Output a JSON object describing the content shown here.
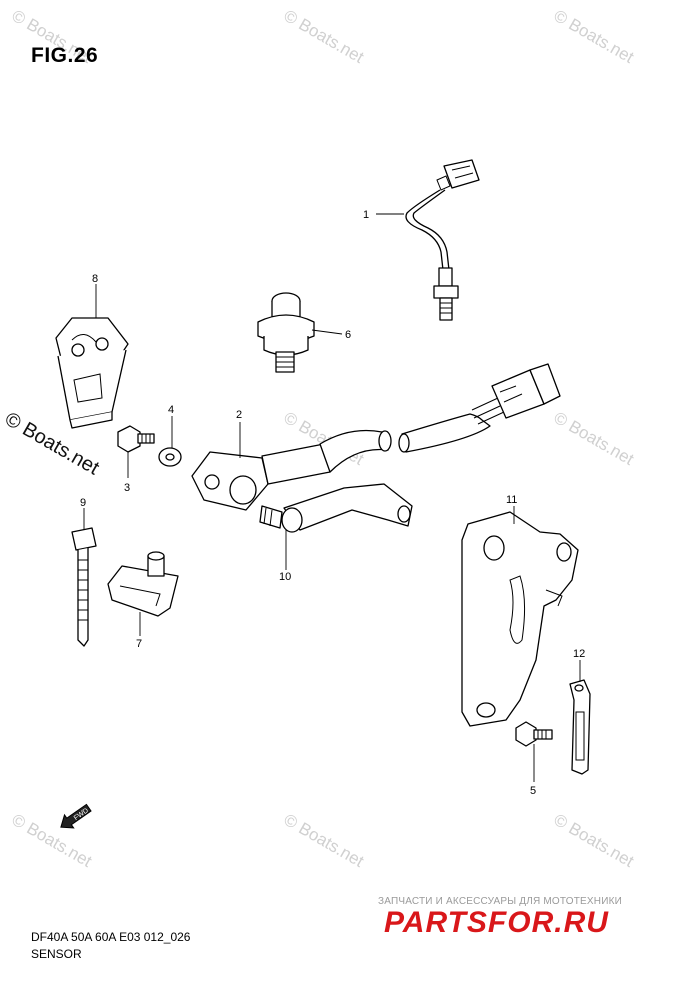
{
  "figure_title": "FIG.26",
  "model_code": "DF40A 50A 60A E03 012_026",
  "section_name": "SENSOR",
  "fwd_label": "FWD",
  "watermark": "© Boats.net",
  "ad": {
    "tagline": "ЗАПЧАСТИ И АКСЕССУАРЫ ДЛЯ МОТОТЕХНИКИ",
    "logo": "PARTSFOR.RU",
    "logo_color": "#d9171a"
  },
  "callouts": [
    {
      "number": "1",
      "part": "sensor-lead"
    },
    {
      "number": "2",
      "part": "wiring-harness"
    },
    {
      "number": "3",
      "part": "bolt"
    },
    {
      "number": "4",
      "part": "washer"
    },
    {
      "number": "5",
      "part": "bolt"
    },
    {
      "number": "6",
      "part": "pressure-switch"
    },
    {
      "number": "7",
      "part": "clip"
    },
    {
      "number": "8",
      "part": "cover"
    },
    {
      "number": "9",
      "part": "cable-tie"
    },
    {
      "number": "10",
      "part": "sensor-arm"
    },
    {
      "number": "11",
      "part": "bracket"
    },
    {
      "number": "12",
      "part": "clamp"
    }
  ]
}
